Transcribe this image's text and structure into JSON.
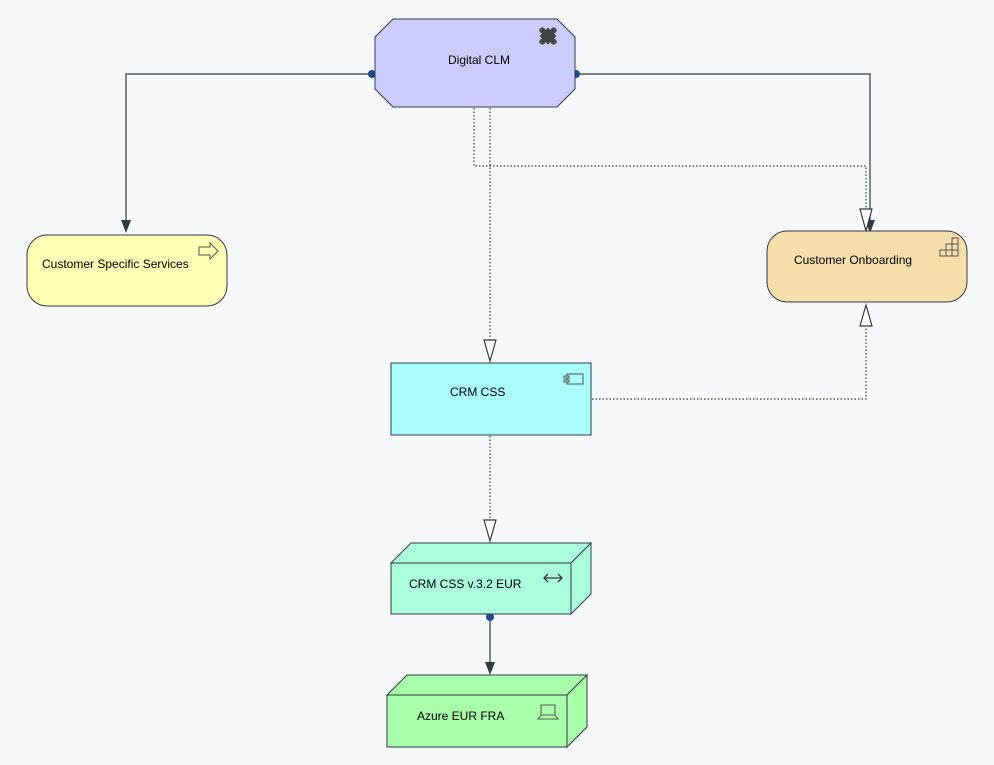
{
  "diagram": {
    "nodes": {
      "digital_clm": {
        "label": "Digital CLM",
        "kind": "application-collaboration",
        "icon": "puzzle-icon",
        "fill": "#ccccff"
      },
      "customer_specific_services": {
        "label": "Customer Specific Services",
        "kind": "business-service",
        "icon": "arrow-right-icon",
        "fill": "#ffffb5"
      },
      "customer_onboarding": {
        "label": "Customer Onboarding",
        "kind": "business-function",
        "icon": "grid-icon",
        "fill": "#f5dfab"
      },
      "crm_css": {
        "label": "CRM CSS",
        "kind": "application-component",
        "icon": "component-icon",
        "fill": "#aaffff"
      },
      "crm_css_v32_eur": {
        "label": "CRM CSS v.3.2 EUR",
        "kind": "system-software",
        "icon": "double-arrow-icon",
        "fill": "#aaffdd"
      },
      "azure_eur_fra": {
        "label": "Azure EUR FRA",
        "kind": "device",
        "icon": "laptop-icon",
        "fill": "#aaffaa"
      }
    },
    "relationships": [
      {
        "from": "digital_clm",
        "to": "customer_specific_services",
        "type": "assignment"
      },
      {
        "from": "digital_clm",
        "to": "customer_onboarding",
        "type": "assignment"
      },
      {
        "from": "digital_clm",
        "to": "customer_onboarding",
        "type": "realization"
      },
      {
        "from": "digital_clm",
        "to": "crm_css",
        "type": "realization"
      },
      {
        "from": "crm_css",
        "to": "customer_onboarding",
        "type": "realization"
      },
      {
        "from": "crm_css",
        "to": "crm_css_v32_eur",
        "type": "realization"
      },
      {
        "from": "crm_css_v32_eur",
        "to": "azure_eur_fra",
        "type": "assignment"
      }
    ],
    "colors": {
      "line": "#333a44",
      "connector_dot": "#1f4a8a"
    }
  }
}
